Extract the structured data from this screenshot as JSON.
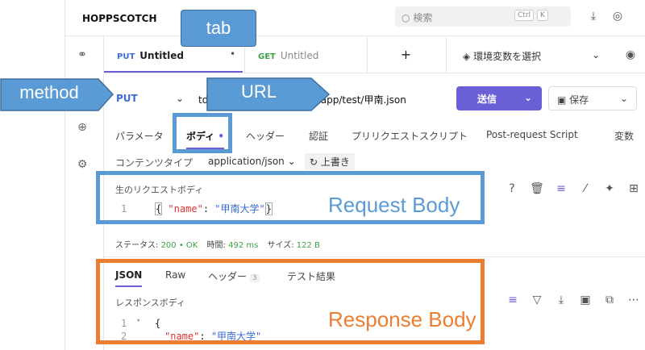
{
  "header": {
    "logo": "HOPPSCOTCH",
    "search_placeholder": "検索",
    "kbd_ctrl": "Ctrl",
    "kbd_k": "K"
  },
  "tabs": [
    {
      "method": "PUT",
      "title": "Untitled"
    },
    {
      "method": "GET",
      "title": "Untitled"
    }
  ],
  "add_tab": "+",
  "env_selector": "環境変数を選択",
  "request": {
    "method": "PUT",
    "url": "tdl-yzx.firebasedatabase.app/test/甲南.json",
    "send_label": "送信",
    "save_label": "保存"
  },
  "request_tabs": [
    "パラメータ",
    "ボディ",
    "ヘッダー",
    "認証",
    "プリリクエストスクリプト",
    "Post-request Script",
    "変数"
  ],
  "content_type_label": "コンテンツタイプ",
  "content_type_value": "application/json",
  "overwrite_label": "上書き",
  "request_body_title": "生のリクエストボディ",
  "request_body_line": "1",
  "request_body_code": {
    "open": "{",
    "key": "\"name\"",
    "colon": ": ",
    "value": "\"甲南大学\"",
    "close": "}"
  },
  "status": {
    "status_label": "ステータス:",
    "status_value": "200 • OK",
    "time_label": "時間:",
    "time_value": "492 ms",
    "size_label": "サイズ:",
    "size_value": "122 B"
  },
  "response_tabs": [
    "JSON",
    "Raw",
    "ヘッダー",
    "テスト結果"
  ],
  "response_headers_count": "3",
  "response_body_title": "レスポンスボディ",
  "response_lines": [
    "1",
    "2"
  ],
  "response_code": {
    "open": "{",
    "key": "\"name\"",
    "colon": ": ",
    "value": "\"甲南大学\""
  },
  "annotations": {
    "tab": "tab",
    "method": "method",
    "url": "URL",
    "request_body": "Request Body",
    "response_body": "Response Body"
  },
  "colors": {
    "accent": "#6b5fd6",
    "put": "#3b6cd9",
    "get": "#3aa346",
    "callout_blue": "#5b9bd5",
    "frame_orange": "#ed7d31"
  }
}
